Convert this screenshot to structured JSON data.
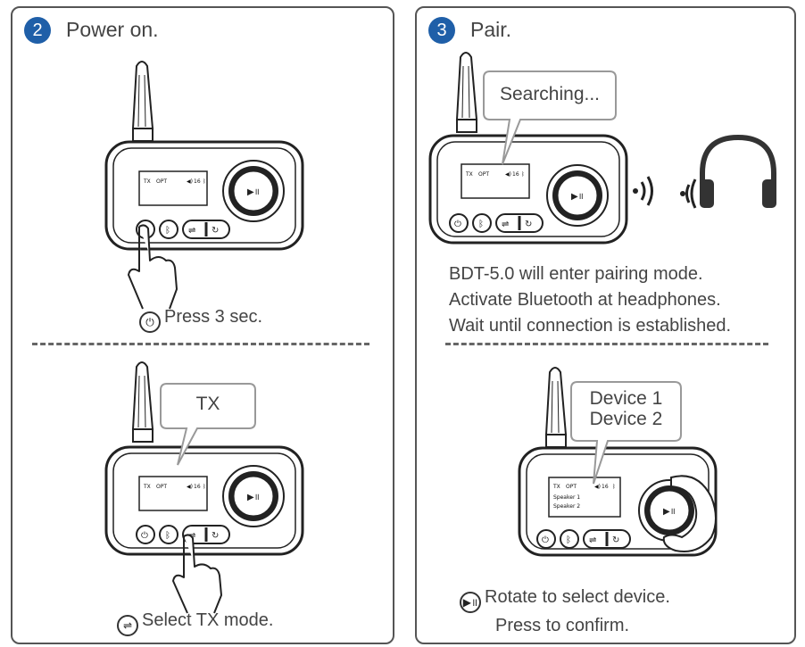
{
  "left_panel": {
    "step_number": "2",
    "step_title": "Power on.",
    "top_caption": "Press 3 sec.",
    "bottom_caption": "Select TX mode.",
    "bubble_text": "TX"
  },
  "right_panel": {
    "step_number": "3",
    "step_title": "Pair.",
    "bubble_searching": "Searching...",
    "pairing_lines": [
      "BDT-5.0 will enter pairing mode.",
      "Activate Bluetooth at headphones.",
      "Wait until connection is established."
    ],
    "device_bubble_lines": [
      "Device 1",
      "Device 2"
    ],
    "bottom_caption_lines": [
      "Rotate to select device.",
      "Press to confirm."
    ]
  },
  "device_display": {
    "mode": "TX",
    "input": "OPT",
    "volume": "16",
    "device_list": [
      "Speaker 1",
      "Speaker 2"
    ]
  },
  "icons": {
    "power": "power-icon",
    "bluetooth": "bluetooth-icon",
    "mode_switch": "mode-switch-icon",
    "play_pause": "play-pause-icon",
    "headphones": "headphones-icon",
    "signal": "bluetooth-signal-icon",
    "hand": "hand-icon"
  },
  "colors": {
    "step_badge": "#1f5fa8",
    "outline": "#555555",
    "bubble_border": "#999999"
  }
}
